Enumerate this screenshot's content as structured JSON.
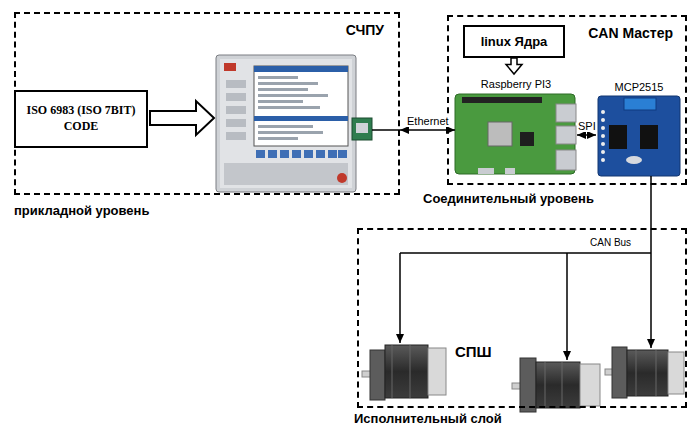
{
  "diagram": {
    "nodes": [
      {
        "text": [
          "СЧПУ",
          "прикладной уровень"
        ]
      },
      {
        "text": [
          "ISO 6983 (ISO 7BIT) CODE"
        ],
        "in": 0
      },
      {
        "text": [
          "CAN Мастер",
          "Соединительный уровень"
        ]
      },
      {
        "text": [
          "linux Ядра"
        ],
        "in": 2
      },
      {
        "text": [
          "Raspberry PI3"
        ],
        "in": 2
      },
      {
        "text": [
          "MCP2515"
        ],
        "in": 2
      },
      {
        "text": [
          "Исполнительный слой"
        ]
      }
    ],
    "edges": [
      {
        "from": 0,
        "to": 4,
        "arrow": "both",
        "label": "Ethernet"
      },
      {
        "from": 3,
        "to": 4,
        "arrow": "to"
      },
      {
        "from": 4,
        "to": 5,
        "arrow": "both",
        "label": "SPI"
      },
      {
        "from": 5,
        "to": 6,
        "arrow": "none"
      }
    ],
    "labels": [
      "CAN Bus",
      "СПШ"
    ]
  }
}
